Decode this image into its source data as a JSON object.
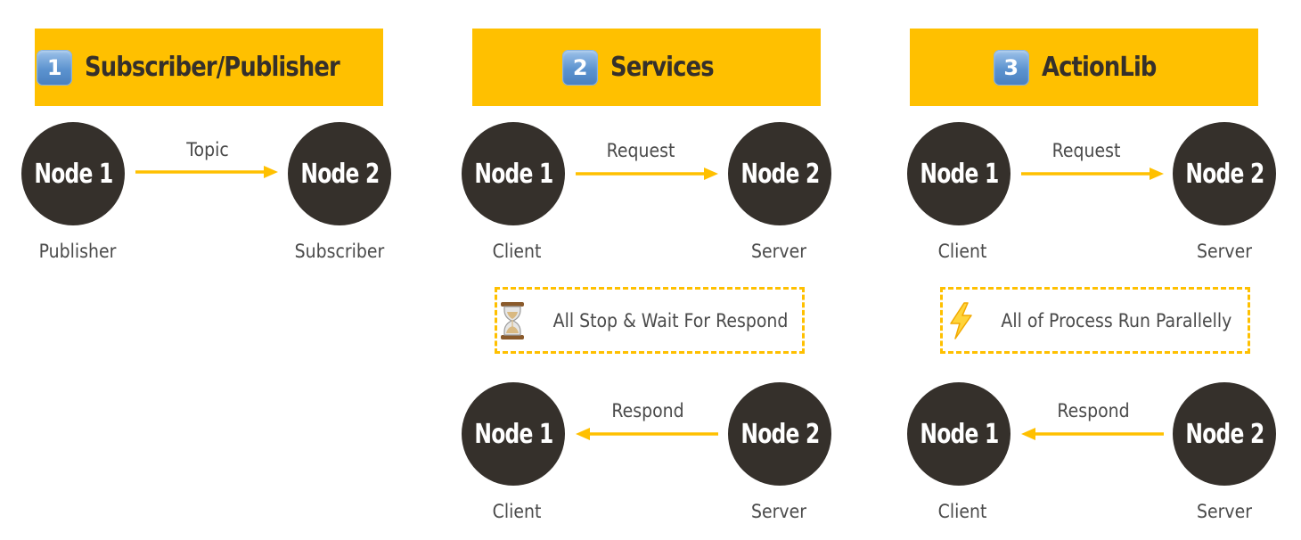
{
  "colors": {
    "accent": "#ffc000",
    "node_fill": "#35302b",
    "text": "#4a4a4a",
    "badge": "#5c93cf"
  },
  "sections": [
    {
      "badge": "1",
      "title": "Subscriber/Publisher",
      "forward": {
        "label": "Topic",
        "from_node": "Node 1",
        "to_node": "Node 2",
        "from_role": "Publisher",
        "to_role": "Subscriber"
      }
    },
    {
      "badge": "2",
      "title": "Services",
      "forward": {
        "label": "Request",
        "from_node": "Node 1",
        "to_node": "Node 2",
        "from_role": "Client",
        "to_role": "Server"
      },
      "note": {
        "icon": "hourglass-icon",
        "text": "All Stop & Wait For Respond"
      },
      "backward": {
        "label": "Respond",
        "left_node": "Node 1",
        "right_node": "Node 2",
        "left_role": "Client",
        "right_role": "Server"
      }
    },
    {
      "badge": "3",
      "title": "ActionLib",
      "forward": {
        "label": "Request",
        "from_node": "Node 1",
        "to_node": "Node 2",
        "from_role": "Client",
        "to_role": "Server"
      },
      "note": {
        "icon": "lightning-icon",
        "text": "All of Process Run Parallelly"
      },
      "backward": {
        "label": "Respond",
        "left_node": "Node 1",
        "right_node": "Node 2",
        "left_role": "Client",
        "right_role": "Server"
      }
    }
  ]
}
